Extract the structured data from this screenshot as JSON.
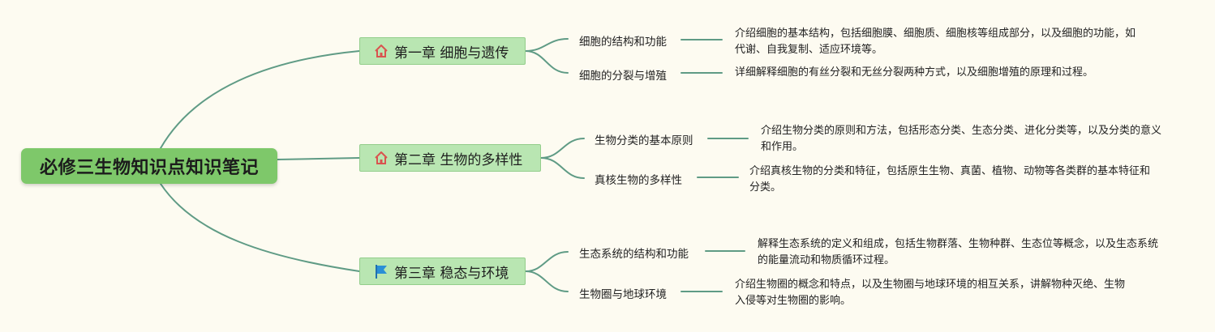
{
  "root": {
    "title": "必修三生物知识点知识笔记"
  },
  "chapters": [
    {
      "title": "第一章 细胞与遗传",
      "icon": "home-icon",
      "topics": [
        {
          "title": "细胞的结构和功能",
          "description": "介绍细胞的基本结构，包括细胞膜、细胞质、细胞核等组成部分，以及细胞的功能，如代谢、自我复制、适应环境等。"
        },
        {
          "title": "细胞的分裂与增殖",
          "description": "详细解释细胞的有丝分裂和无丝分裂两种方式，以及细胞增殖的原理和过程。"
        }
      ]
    },
    {
      "title": "第二章 生物的多样性",
      "icon": "home-icon",
      "topics": [
        {
          "title": "生物分类的基本原则",
          "description": "介绍生物分类的原则和方法，包括形态分类、生态分类、进化分类等，以及分类的意义和作用。"
        },
        {
          "title": "真核生物的多样性",
          "description": "介绍真核生物的分类和特征，包括原生生物、真菌、植物、动物等各类群的基本特征和分类。"
        }
      ]
    },
    {
      "title": "第三章 稳态与环境",
      "icon": "flag-icon",
      "topics": [
        {
          "title": "生态系统的结构和功能",
          "description": "解释生态系统的定义和组成，包括生物群落、生物种群、生态位等概念，以及生态系统的能量流动和物质循环过程。"
        },
        {
          "title": "生物圈与地球环境",
          "description": "介绍生物圈的概念和特点，以及生物圈与地球环境的相互关系，讲解物种灭绝、生物入侵等对生物圈的影响。"
        }
      ]
    }
  ],
  "colors": {
    "background": "#fdfbf1",
    "root_fill": "#7ec86a",
    "chapter_fill": "#b9e6b2",
    "connector": "#5f9b85",
    "home_icon": "#d9534f",
    "flag_icon": "#2b8fd6"
  }
}
